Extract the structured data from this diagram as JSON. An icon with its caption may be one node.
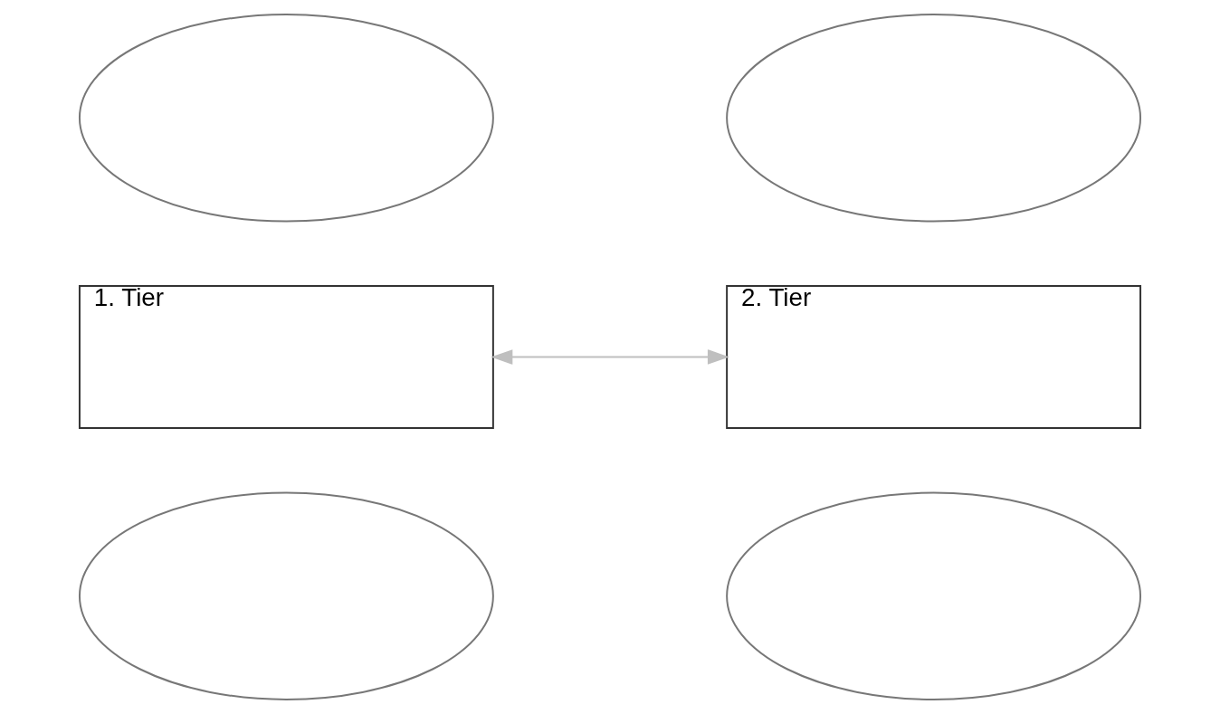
{
  "diagram": {
    "nodes": [
      {
        "text": [],
        "shape": "ellipse"
      },
      {
        "text": [],
        "shape": "ellipse"
      },
      {
        "text": [
          "1. Tier"
        ]
      },
      {
        "text": [
          "2. Tier"
        ]
      },
      {
        "text": [],
        "shape": "ellipse"
      },
      {
        "text": [],
        "shape": "ellipse"
      }
    ],
    "edges": [
      {
        "from": 2,
        "to": 3,
        "arrow": "both",
        "color": "#bfbfbf"
      }
    ]
  }
}
